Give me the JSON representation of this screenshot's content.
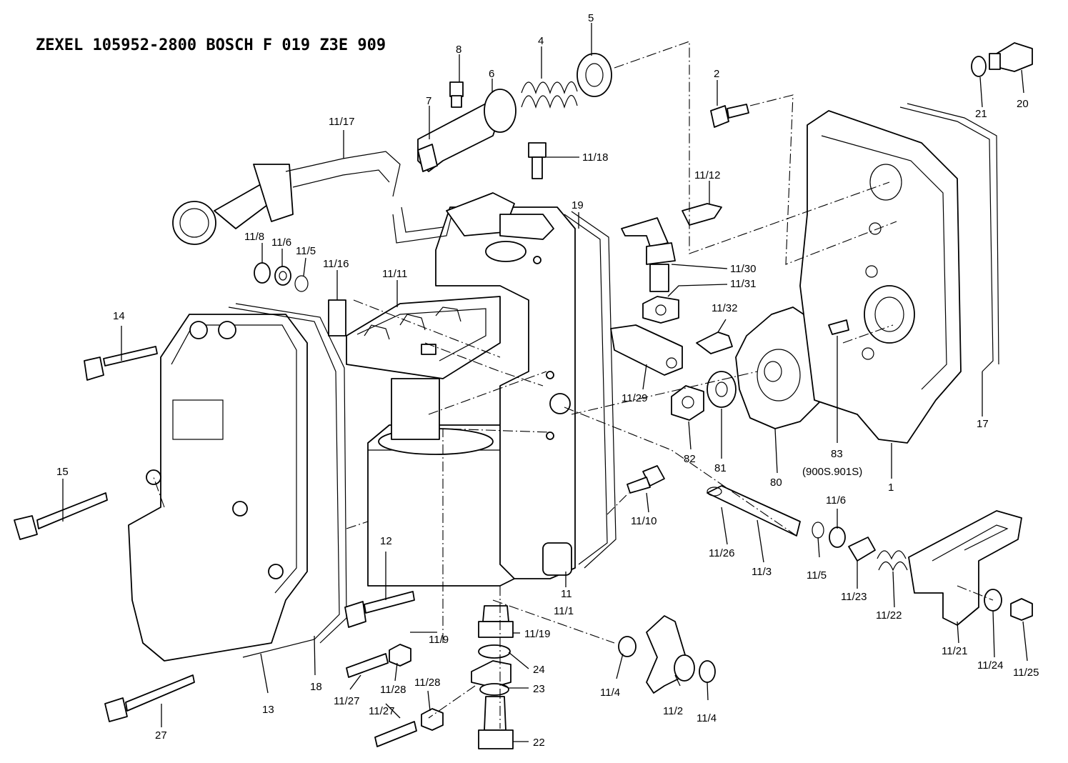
{
  "title": "ZEXEL  105952-2800  BOSCH  F 019 Z3E 909",
  "labels": [
    "1",
    "2",
    "4",
    "5",
    "6",
    "7",
    "8",
    "11",
    "11/1",
    "11/2",
    "11/3",
    "11/4",
    "11/4",
    "11/5",
    "11/5",
    "11/6",
    "11/6",
    "11/8",
    "11/9",
    "11/10",
    "11/11",
    "11/12",
    "11/16",
    "11/17",
    "11/18",
    "11/19",
    "11/21",
    "11/22",
    "11/23",
    "11/24",
    "11/25",
    "11/26",
    "11/27",
    "11/27",
    "11/28",
    "11/28",
    "11/29",
    "11/30",
    "11/31",
    "11/32",
    "12",
    "13",
    "14",
    "15",
    "17",
    "18",
    "19",
    "20",
    "21",
    "22",
    "23",
    "24",
    "27",
    "80",
    "81",
    "82",
    "83",
    "(900S.901S)"
  ]
}
